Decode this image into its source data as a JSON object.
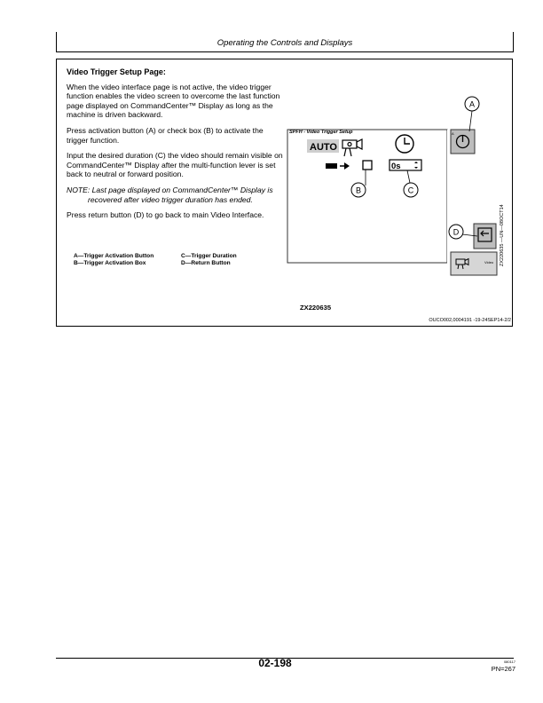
{
  "header": {
    "title": "Operating the Controls and Displays"
  },
  "section": {
    "title": "Video Trigger Setup Page:",
    "paragraphs": [
      "When the video interface page is not active, the video trigger function enables the video screen to overcome the last function page displayed on CommandCenter™ Display as long as the machine is driven backward.",
      "Press activation button (A) or check box (B) to activate the trigger function.",
      "Input the desired duration (C) the video should remain visible on CommandCenter™ Display after the multi-function lever is set back to neutral or forward position."
    ],
    "note": "NOTE: Last page displayed on CommandCenter™ Display is recovered after video trigger duration has ended.",
    "final_paragraph": "Press return button (D) to go back to main Video Interface."
  },
  "legend": {
    "a": "A—Trigger Activation Button",
    "b": "B—Trigger Activation Box",
    "c": "C—Trigger Duration",
    "d": "D—Return Button"
  },
  "figure": {
    "screen_title": "SPFH - Video Trigger Setup",
    "auto_label": "AUTO",
    "duration_value": "0s",
    "video_label": "Video",
    "callouts": {
      "a": "A",
      "b": "B",
      "c": "C",
      "d": "D"
    },
    "figure_id": "ZX220635",
    "side_code": "ZX220635 —UN—08OCT14"
  },
  "doc_ref": "OUCO002,0004191 -19-24SEP14-2/2",
  "footer": {
    "page_number": "02-198",
    "small_code": "080117",
    "pn": "PN=267"
  }
}
